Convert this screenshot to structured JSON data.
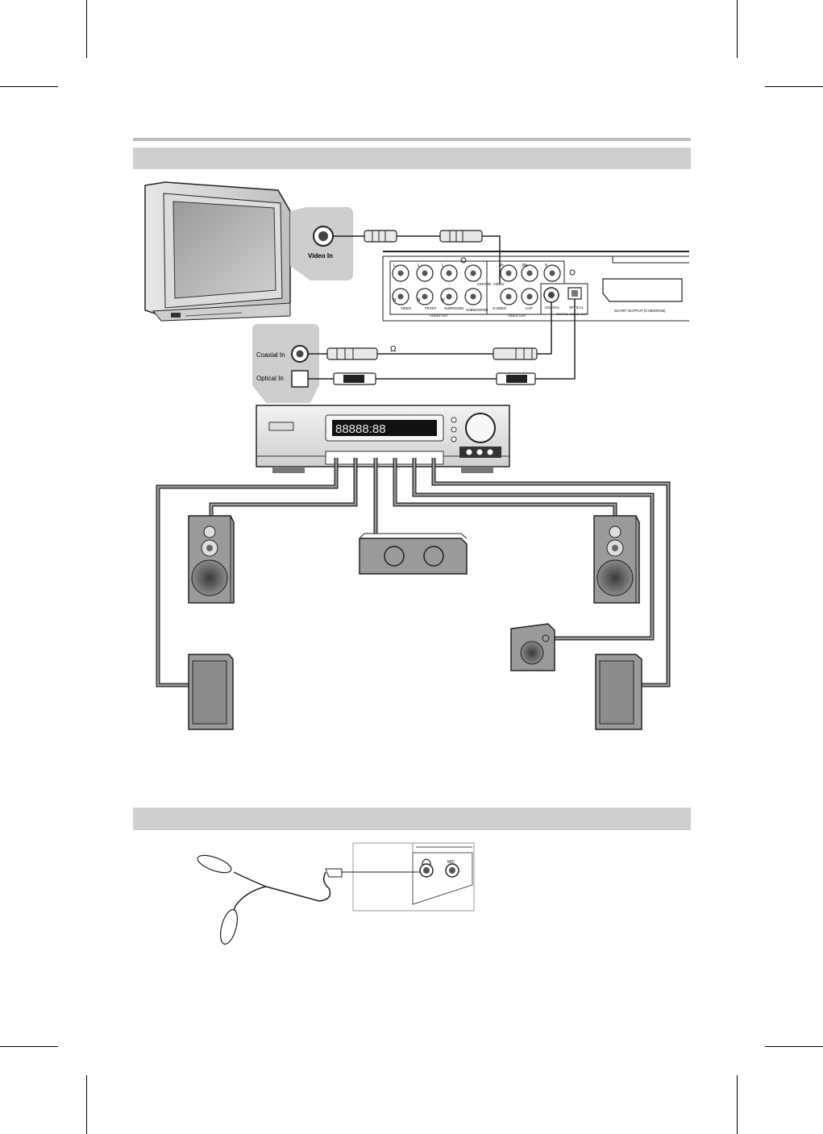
{
  "tv_callout": {
    "video_in_label": "Video In"
  },
  "receiver_callout": {
    "coaxial_in_label": "Coaxial In",
    "optical_in_label": "Optical In"
  },
  "coax_cable_symbol": "Ω",
  "receiver_display_text": "88888:88",
  "player_rear_panel": {
    "jack_letters": {
      "l1": "L",
      "l2": "L",
      "l3": "L",
      "r1": "R",
      "r2": "R",
      "r3": "R",
      "y": "Y",
      "pb": "Pb",
      "pr": "Pr"
    },
    "audio_out_labels": [
      "VIDEO",
      "FRONT",
      "SURROUND",
      "SUBWOOFER"
    ],
    "audio_out_group": "AUDIO OUT",
    "centre_label": "CENTRE",
    "video_label": "VIDEO",
    "video_out_labels": [
      "S-VIDEO",
      "CVP"
    ],
    "video_out_group": "VIDEO OUT",
    "coaxial_label": "COAXIAL",
    "optical_label": "OPTICAL",
    "digital_audio_out_label": "DIGITAL AUDIO OUT",
    "scart_label": "SCART OUTPUT (CVBS/RGB)"
  },
  "headphone_panel": {
    "mic_label": "MIC",
    "headphone_icon": "headphone-icon"
  }
}
